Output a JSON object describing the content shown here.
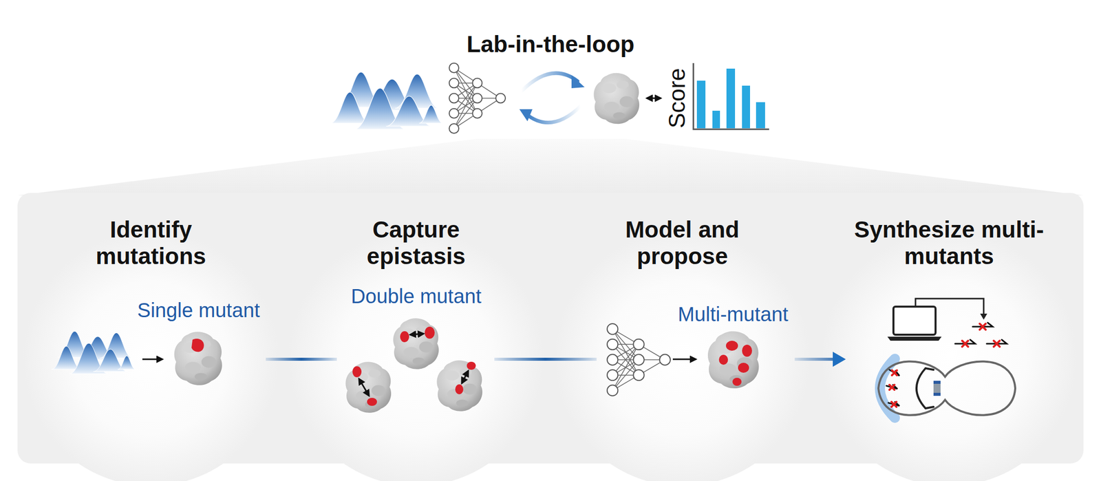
{
  "diagram": {
    "title": "Lab-in-the-loop",
    "nodes": [
      {
        "text": [
          "Identify mutations",
          "Single mutant"
        ]
      },
      {
        "text": [
          "Capture epistasis",
          "Double mutant"
        ]
      },
      {
        "text": [
          "Model and propose",
          "Multi-mutant"
        ]
      },
      {
        "text": [
          "Synthesize multi-mutants"
        ]
      }
    ],
    "edges": [
      {
        "from": 0,
        "to": 1,
        "arrow": "none"
      },
      {
        "from": 1,
        "to": 2,
        "arrow": "none"
      },
      {
        "from": 2,
        "to": 3,
        "arrow": "to"
      }
    ],
    "labels": [
      "Score"
    ]
  }
}
